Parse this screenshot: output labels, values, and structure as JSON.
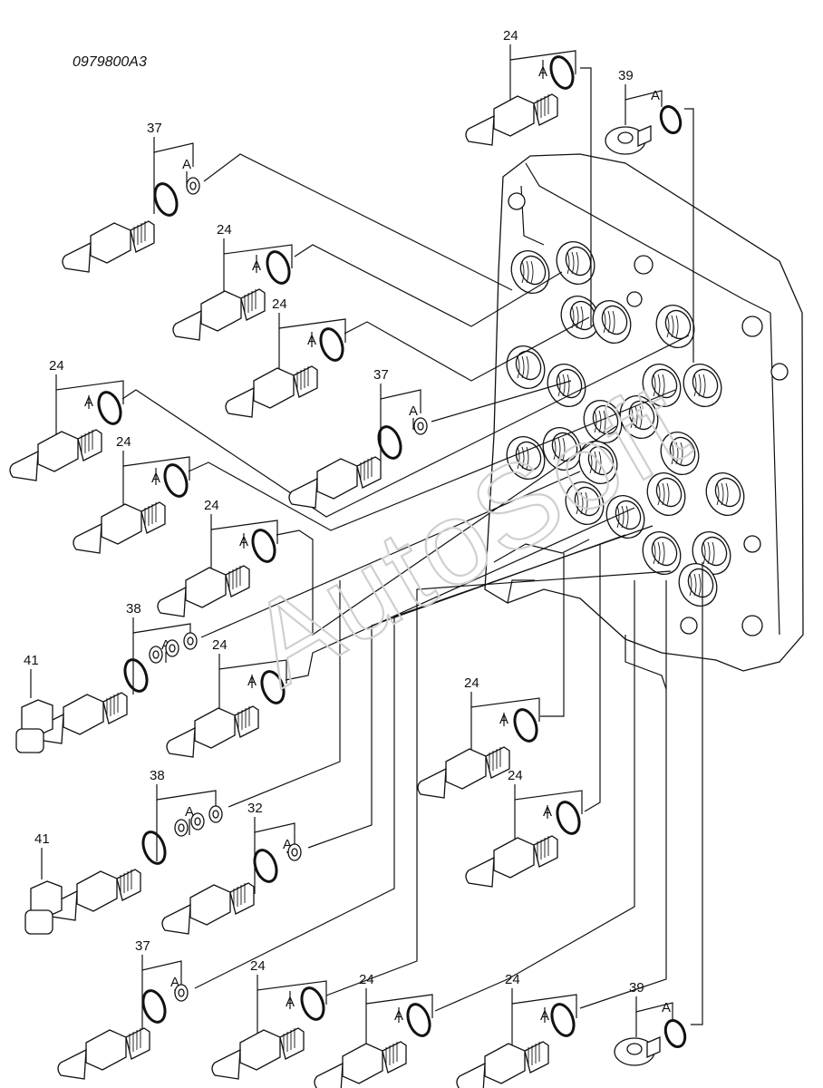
{
  "drawing_code": "0979800A3",
  "watermark": "AutoSoft",
  "oring_marker": "A",
  "parts": [
    {
      "label": "24"
    },
    {
      "label": "39"
    },
    {
      "label": "37"
    },
    {
      "label": "24"
    },
    {
      "label": "24"
    },
    {
      "label": "24"
    },
    {
      "label": "37"
    },
    {
      "label": "24"
    },
    {
      "label": "24"
    },
    {
      "label": "38"
    },
    {
      "label": "41"
    },
    {
      "label": "24"
    },
    {
      "label": "24"
    },
    {
      "label": "38"
    },
    {
      "label": "41"
    },
    {
      "label": "32"
    },
    {
      "label": "24"
    },
    {
      "label": "37"
    },
    {
      "label": "24"
    },
    {
      "label": "24"
    },
    {
      "label": "24"
    },
    {
      "label": "39"
    }
  ]
}
